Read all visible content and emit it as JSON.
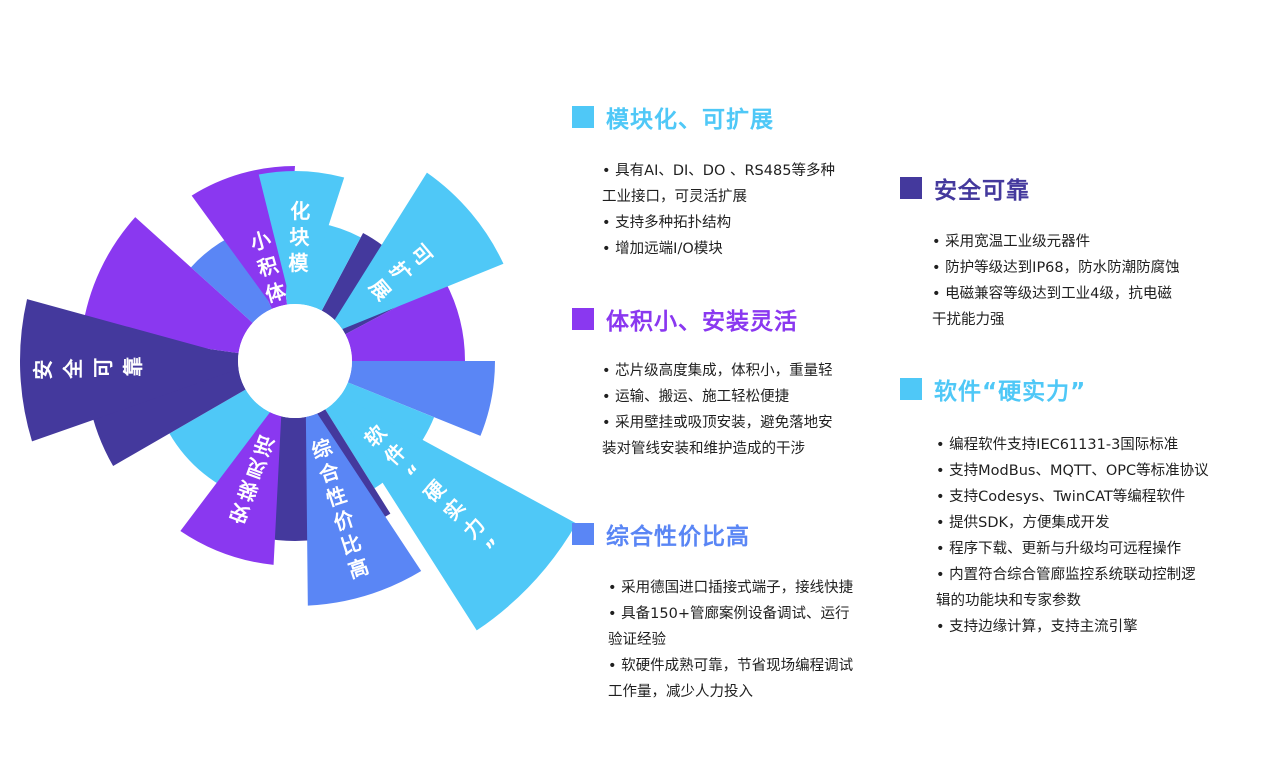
{
  "colors": {
    "light_blue": "#4FC8F7",
    "purple": "#8A38F0",
    "dark_indigo": "#44399D",
    "medium_blue": "#5A86F5"
  },
  "wheel": {
    "petals": [
      {
        "id": "volume",
        "lines": [
          "体",
          "积",
          "小"
        ],
        "color": "#8A38F0"
      },
      {
        "id": "modular",
        "lines": [
          "模",
          "块",
          "化"
        ],
        "color": "#4FC8F7"
      },
      {
        "id": "expand",
        "lines": [
          "可",
          "扩",
          "展"
        ],
        "color": "#4FC8F7"
      },
      {
        "id": "safe",
        "lines": [
          "安",
          "全",
          "可",
          "靠"
        ],
        "color": "#44399D"
      },
      {
        "id": "install",
        "lines": [
          "安",
          "装",
          "灵",
          "活"
        ],
        "color": "#8A38F0"
      },
      {
        "id": "costperf",
        "lines": [
          "综",
          "合",
          "性",
          "价",
          "比",
          "高"
        ],
        "color": "#5A86F5"
      },
      {
        "id": "software",
        "lines": [
          "软",
          "件",
          "“",
          "硬",
          "实",
          "力",
          "”"
        ],
        "color": "#4FC8F7"
      }
    ]
  },
  "sections": [
    {
      "id": "modular",
      "title": "模块化、可扩展",
      "color": "#4FC8F7",
      "items": [
        "• 具有AI、DI、DO 、RS485等多种",
        "工业接口，可灵活扩展",
        "• 支持多种拓扑结构",
        "• 增加远端I/O模块"
      ]
    },
    {
      "id": "compact",
      "title": "体积小、安装灵活",
      "color": "#8A38F0",
      "items": [
        "• 芯片级高度集成，体积小，重量轻",
        "• 运输、搬运、施工轻松便捷",
        "• 采用壁挂或吸顶安装，避免落地安",
        "装对管线安装和维护造成的干涉"
      ]
    },
    {
      "id": "value",
      "title": "综合性价比高",
      "color": "#5A86F5",
      "items": [
        "• 采用德国进口插接式端子，接线快捷",
        "• 具备150+管廊案例设备调试、运行",
        "验证经验",
        "• 软硬件成熟可靠，节省现场编程调试",
        "工作量，减少人力投入"
      ]
    },
    {
      "id": "reliable",
      "title": "安全可靠",
      "color": "#44399D",
      "items": [
        "• 采用宽温工业级元器件",
        "• 防护等级达到IP68，防水防潮防腐蚀",
        "• 电磁兼容等级达到工业4级，抗电磁",
        "干扰能力强"
      ]
    },
    {
      "id": "software",
      "title": "软件“硬实力”",
      "color": "#4FC8F7",
      "items": [
        "• 编程软件支持IEC61131-3国际标准",
        "• 支持ModBus、MQTT、OPC等标准协议",
        "• 支持Codesys、TwinCAT等编程软件",
        "• 提供SDK，方便集成开发",
        "• 程序下载、更新与升级均可远程操作",
        "• 内置符合综合管廊监控系统联动控制逻",
        "辑的功能块和专家参数",
        "• 支持边缘计算，支持主流引擎"
      ]
    }
  ]
}
